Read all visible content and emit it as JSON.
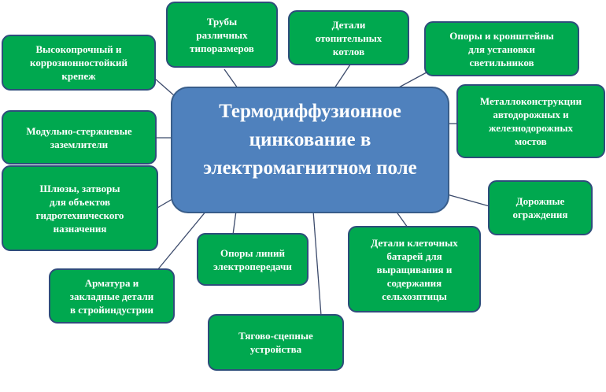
{
  "center": {
    "label": "Термодиффузионное\nцинкование в\nэлектромагнитном поле"
  },
  "nodes": [
    {
      "label": "Высокопрочный и\nкоррозионностойкий\nкрепеж"
    },
    {
      "label": "Трубы\nразличных\nтипоразмеров"
    },
    {
      "label": "Детали\nотопительных\nкотлов"
    },
    {
      "label": "Опоры и кронштейны\nдля установки\nсветильников"
    },
    {
      "label": "Металлоконструкции\nавтодорожных и\nжелезнодорожных\nмостов"
    },
    {
      "label": "Модульно-стержневые\nзаземлители"
    },
    {
      "label": "Шлюзы, затворы\nдля объектов\nгидротехнического\nназначения"
    },
    {
      "label": "Дорожные\nограждения"
    },
    {
      "label": "Детали клеточных\nбатарей для\nвыращивания и\nсодержания\nсельхозптицы"
    },
    {
      "label": "Опоры линий\nэлектропередачи"
    },
    {
      "label": "Арматура и\nзакладные детали\nв стройиндустрии"
    },
    {
      "label": "Тягово-сцепные\nустройства"
    }
  ],
  "colors": {
    "node": "#00a84f",
    "center": "#4f81bd",
    "border": "#2e4d7b"
  }
}
